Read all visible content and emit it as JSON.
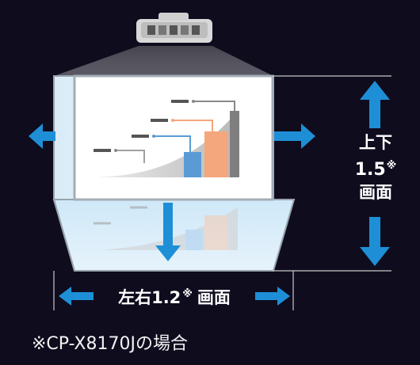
{
  "vertical_shift": {
    "line1": "上下",
    "value": "1.5",
    "mark": "※",
    "unit": "画面"
  },
  "horizontal_shift": {
    "value_label": "左右1.2",
    "mark": "※",
    "unit": "画面"
  },
  "footnote": "※CP-X8170Jの場合",
  "colors": {
    "background": "#0f0c1e",
    "arrow": "#1e8fd6",
    "screen_blue": "#5b9bd5",
    "screen_orange": "#f4a67c",
    "screen_gray": "#8c8c8c"
  },
  "icons": [
    "projector-icon",
    "arrow-left-icon",
    "arrow-right-icon",
    "arrow-up-icon",
    "arrow-down-icon"
  ]
}
